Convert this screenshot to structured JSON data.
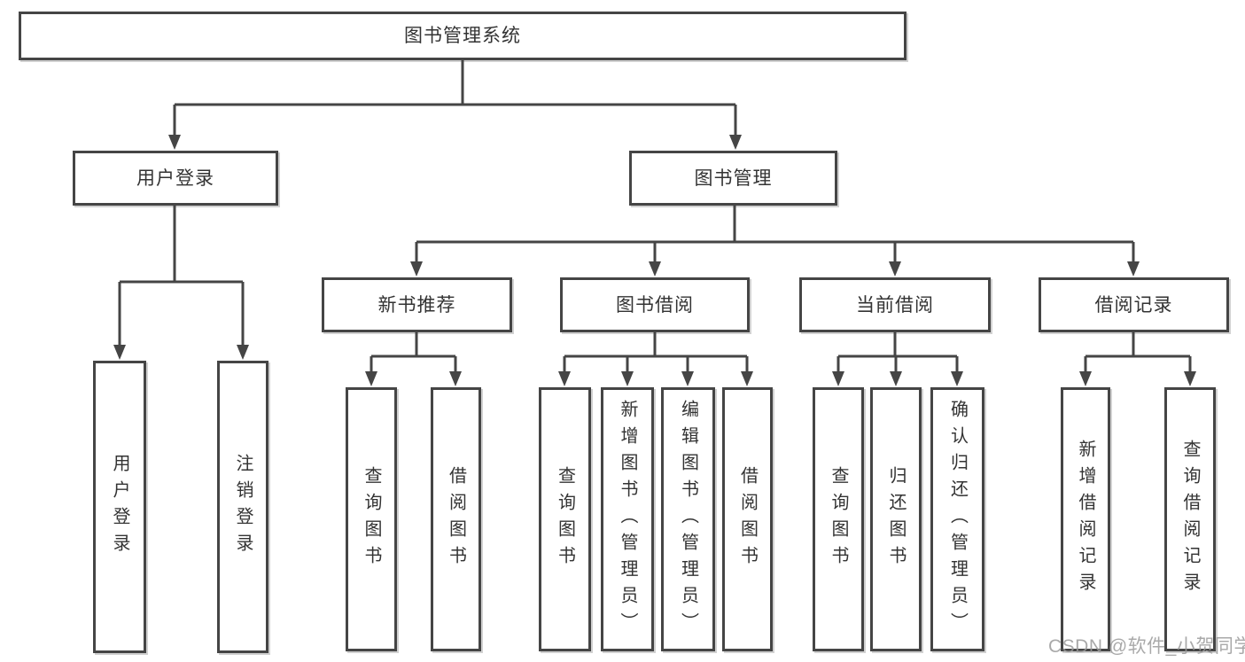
{
  "diagram": {
    "nodes": {
      "root": "图书管理系统",
      "user_login": "用户登录",
      "book_mgmt": "图书管理",
      "new_book_rec": "新书推荐",
      "book_borrow": "图书借阅",
      "current_borrow": "当前借阅",
      "borrow_records": "借阅记录",
      "leaf_user_login": "用户登录",
      "leaf_logout": "注销登录",
      "leaf_nb_query": "查询图书",
      "leaf_nb_borrow": "借阅图书",
      "leaf_bb_query": "查询图书",
      "leaf_bb_add": "新增图书（管理员）",
      "leaf_bb_edit": "编辑图书（管理员）",
      "leaf_bb_borrow": "借阅图书",
      "leaf_cb_query": "查询图书",
      "leaf_cb_return": "归还图书",
      "leaf_cb_confirm": "确认归还（管理员）",
      "leaf_br_add": "新增借阅记录",
      "leaf_br_query": "查询借阅记录"
    },
    "watermark": "CSDN @软件_小贺同学",
    "colors": {
      "line": "#454545",
      "text": "#333333",
      "watermark": "#9b9b9b",
      "background": "#ffffff"
    }
  }
}
